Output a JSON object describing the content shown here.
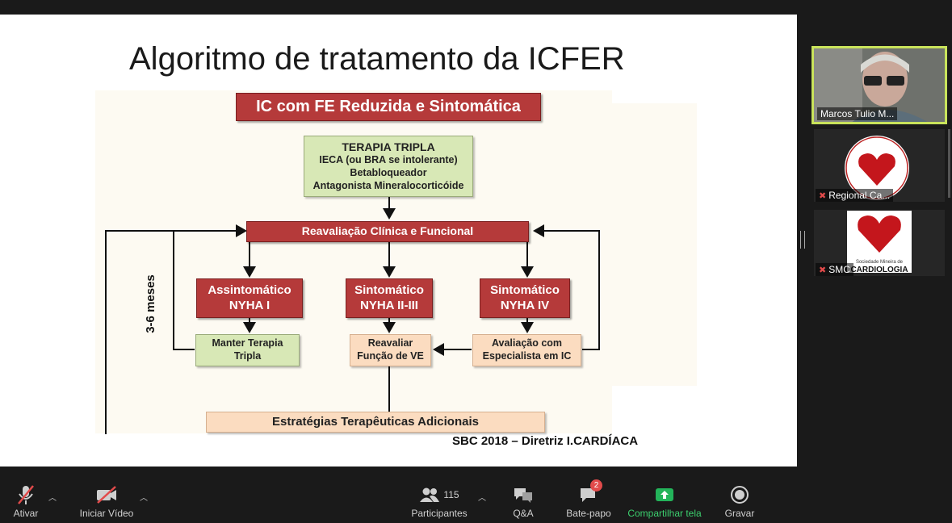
{
  "slide": {
    "title": "Algoritmo de tratamento da ICFER",
    "diagram": {
      "header": "IC com FE Reduzida e Sintomática",
      "therapy": [
        "TERAPIA TRIPLA",
        "IECA (ou BRA se intolerante)",
        "Betabloqueador",
        "Antagonista Mineralocorticóide"
      ],
      "reevaluation": "Reavaliação Clínica e Funcional",
      "interval": "3-6 meses",
      "states": [
        {
          "line1": "Assintomático",
          "line2": "NYHA I"
        },
        {
          "line1": "Sintomático",
          "line2": "NYHA II-III"
        },
        {
          "line1": "Sintomático",
          "line2": "NYHA IV"
        }
      ],
      "actions": [
        {
          "line1": "Manter Terapia",
          "line2": "Tripla"
        },
        {
          "line1": "Reavaliar",
          "line2": "Função de VE"
        },
        {
          "line1": "Avaliação com",
          "line2": "Especialista em IC"
        }
      ],
      "strategies": "Estratégias Terapêuticas  Adicionais"
    },
    "source": "SBC 2018 – Diretriz I.CARDÍACA"
  },
  "participants_panel": {
    "tiles": [
      {
        "name": "Marcos Tulio M...",
        "active": true
      },
      {
        "name": "Regional Ca...",
        "muted": true
      },
      {
        "name": "SMC",
        "muted": true
      }
    ],
    "logo2_text": [
      "Sociedade Mineira de",
      "CARDIOLOGIA"
    ]
  },
  "toolbar": {
    "mute_label": "Ativar",
    "video_label": "Iniciar Vídeo",
    "participants_label": "Participantes",
    "participants_count": "115",
    "qa_label": "Q&A",
    "chat_label": "Bate-papo",
    "chat_badge": "2",
    "share_label": "Compartilhar tela",
    "record_label": "Gravar"
  },
  "colors": {
    "red_box": "#b53a3a",
    "green_box": "#d8e8b6",
    "peach_box": "#fbdcc0",
    "share_green": "#23b45a",
    "active_border": "#c9e35b"
  }
}
